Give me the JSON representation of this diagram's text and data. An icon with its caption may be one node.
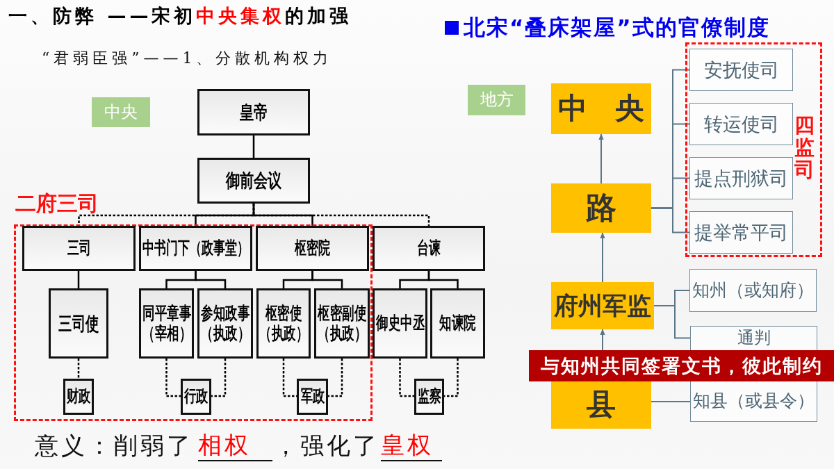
{
  "diagram": {
    "title": "一、防弊 ——宋初**中央集权**的加强",
    "nodes": [
      {
        "text": [
          "中央"
        ]
      },
      {
        "text": [
          "皇帝"
        ]
      },
      {
        "text": [
          "御前会议"
        ]
      },
      {
        "text": [
          "二府三司"
        ]
      },
      {
        "text": [
          "三司"
        ],
        "in": 3
      },
      {
        "text": [
          "中书门下（政事堂）"
        ],
        "in": 3
      },
      {
        "text": [
          "枢密院"
        ],
        "in": 3
      },
      {
        "text": [
          "台谏"
        ]
      },
      {
        "text": [
          "三司使"
        ],
        "in": 3
      },
      {
        "text": [
          "同平章事（宰相）"
        ],
        "in": 3
      },
      {
        "text": [
          "参知政事（执政）"
        ],
        "in": 3
      },
      {
        "text": [
          "枢密使（执政）"
        ],
        "in": 3
      },
      {
        "text": [
          "枢密副使（执政）"
        ],
        "in": 3
      },
      {
        "text": [
          "御史中丞"
        ]
      },
      {
        "text": [
          "知谏院"
        ]
      },
      {
        "text": [
          "财政"
        ],
        "in": 3
      },
      {
        "text": [
          "行政"
        ],
        "in": 3
      },
      {
        "text": [
          "军政"
        ],
        "in": 3
      },
      {
        "text": [
          "监察"
        ]
      },
      {
        "text": [
          "地方"
        ]
      },
      {
        "text": [
          "中 央"
        ]
      },
      {
        "text": [
          "四监司"
        ]
      },
      {
        "text": [
          "安抚使司"
        ],
        "in": 21
      },
      {
        "text": [
          "转运使司"
        ],
        "in": 21
      },
      {
        "text": [
          "提点刑狱司"
        ],
        "in": 21
      },
      {
        "text": [
          "提举常平司"
        ],
        "in": 21
      },
      {
        "text": [
          "路"
        ]
      },
      {
        "text": [
          "府州军监"
        ]
      },
      {
        "text": [
          "知州（或知府）"
        ]
      },
      {
        "text": [
          "通判"
        ]
      },
      {
        "text": [
          "与知州共同签署文书，彼此制约"
        ]
      },
      {
        "text": [
          "县"
        ]
      },
      {
        "text": [
          "知县（或县令）"
        ]
      }
    ],
    "edges": [
      {
        "from": 1,
        "to": 2,
        "arrow": "none"
      },
      {
        "from": 2,
        "to": 4,
        "arrow": "none",
        "style": "dashed"
      },
      {
        "from": 2,
        "to": 5,
        "arrow": "none"
      },
      {
        "from": 2,
        "to": 6,
        "arrow": "none"
      },
      {
        "from": 2,
        "to": 7,
        "arrow": "none",
        "style": "dashed"
      },
      {
        "from": 4,
        "to": 8,
        "arrow": "none"
      },
      {
        "from": 5,
        "to": 9,
        "arrow": "none"
      },
      {
        "from": 5,
        "to": 10,
        "arrow": "none"
      },
      {
        "from": 6,
        "to": 11,
        "arrow": "none"
      },
      {
        "from": 6,
        "to": 12,
        "arrow": "none"
      },
      {
        "from": 7,
        "to": 13,
        "arrow": "none"
      },
      {
        "from": 7,
        "to": 14,
        "arrow": "none"
      },
      {
        "from": 8,
        "to": 15,
        "arrow": "none",
        "style": "dashed"
      },
      {
        "from": 9,
        "to": 16,
        "arrow": "none",
        "style": "dashed"
      },
      {
        "from": 10,
        "to": 16,
        "arrow": "none",
        "style": "dashed"
      },
      {
        "from": 11,
        "to": 17,
        "arrow": "none",
        "style": "dashed"
      },
      {
        "from": 12,
        "to": 17,
        "arrow": "none",
        "style": "dashed"
      },
      {
        "from": 13,
        "to": 18,
        "arrow": "none",
        "style": "dashed"
      },
      {
        "from": 14,
        "to": 18,
        "arrow": "none",
        "style": "dashed"
      },
      {
        "from": 26,
        "to": 20,
        "arrow": "to",
        "color": "#5b7687"
      },
      {
        "from": 27,
        "to": 26,
        "arrow": "to",
        "color": "#5b7687"
      },
      {
        "from": 30,
        "to": 27,
        "arrow": "to",
        "color": "#5b7687"
      },
      {
        "from": 26,
        "to": 22,
        "arrow": "none",
        "color": "#5b7687"
      },
      {
        "from": 26,
        "to": 23,
        "arrow": "none",
        "color": "#5b7687"
      },
      {
        "from": 26,
        "to": 24,
        "arrow": "none",
        "color": "#5b7687"
      },
      {
        "from": 26,
        "to": 25,
        "arrow": "none",
        "color": "#5b7687"
      },
      {
        "from": 27,
        "to": 28,
        "arrow": "none",
        "color": "#5b7687"
      },
      {
        "from": 27,
        "to": 29,
        "arrow": "none",
        "color": "#5b7687"
      },
      {
        "from": 31,
        "to": 32,
        "arrow": "none",
        "color": "#5b7687"
      }
    ],
    "labels": [
      "北宋“叠床架屋”式的官僚制度",
      "“君弱臣强”——1、分散机构权力",
      "意义：削弱了",
      "相权",
      "，强化了",
      "皇权"
    ]
  }
}
